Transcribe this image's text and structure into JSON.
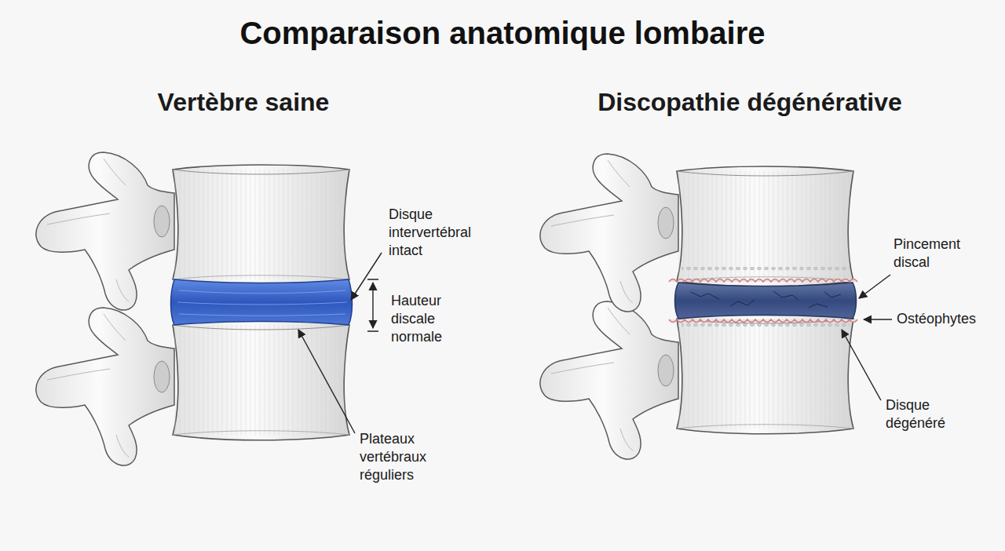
{
  "diagram": {
    "title": "Comparaison anatomique lombaire",
    "labels": [
      "Vertèbre saine",
      "Discopathie dégénérative",
      "Disque intervertébral intact",
      "Hauteur discale normale",
      "Plateaux vertébraux réguliers",
      "Pincement discal",
      "Ostéophytes",
      "Disque dégénéré"
    ]
  }
}
